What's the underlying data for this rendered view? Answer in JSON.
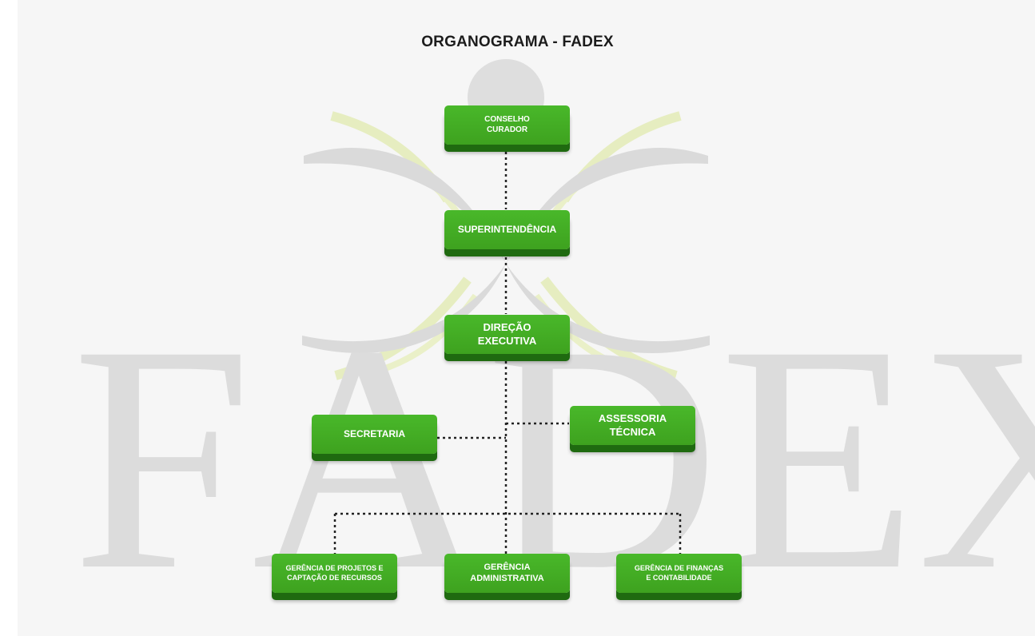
{
  "title": "ORGANOGRAMA - FADEX",
  "watermark": {
    "letters": [
      "F",
      "A",
      "D",
      "E",
      "X"
    ]
  },
  "colors": {
    "node_fill": "#43ad24",
    "node_shadow": "#1f6a10",
    "connector": "#222222",
    "watermark_gray": "#dcdcdc",
    "watermark_yellow": "#e9efc4"
  },
  "nodes": {
    "conselho_curador": "CONSELHO\nCURADOR",
    "superintendencia": "SUPERINTENDÊNCIA",
    "direcao_executiva": "DIREÇÃO\nEXECUTIVA",
    "secretaria": "SECRETARIA",
    "assessoria_tecnica": "ASSESSORIA\nTÉCNICA",
    "gerencia_projetos": "GERÊNCIA DE PROJETOS E\nCAPTAÇÃO DE RECURSOS",
    "gerencia_administrativa": "GERÊNCIA\nADMINISTRATIVA",
    "gerencia_financas": "GERÊNCIA DE FINANÇAS\nE CONTABILIDADE"
  }
}
